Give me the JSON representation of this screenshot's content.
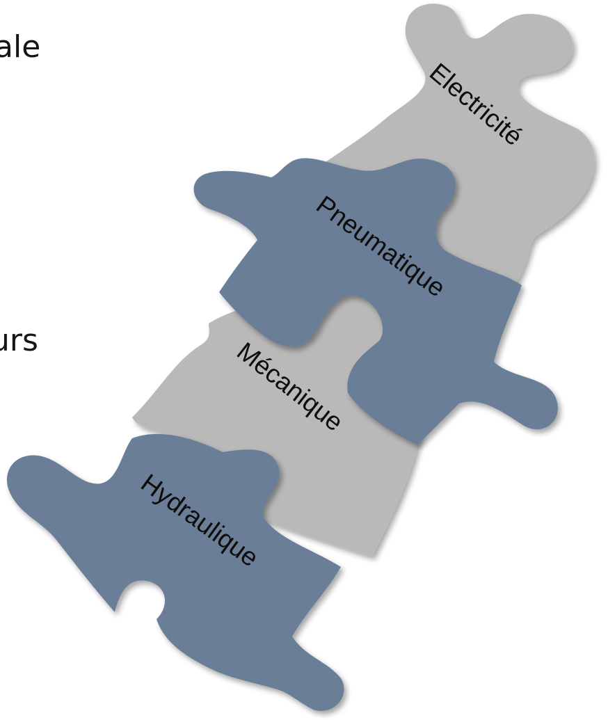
{
  "slide": {
    "fragments": [
      "ale",
      "urs"
    ]
  },
  "puzzle": {
    "pieces": [
      {
        "label": "Electricité",
        "color": "#b9b9b9"
      },
      {
        "label": "Pneumatique",
        "color": "#6b7f97"
      },
      {
        "label": "Mécanique",
        "color": "#b9b9b9"
      },
      {
        "label": "Hydraulique",
        "color": "#6b7f97"
      }
    ]
  }
}
